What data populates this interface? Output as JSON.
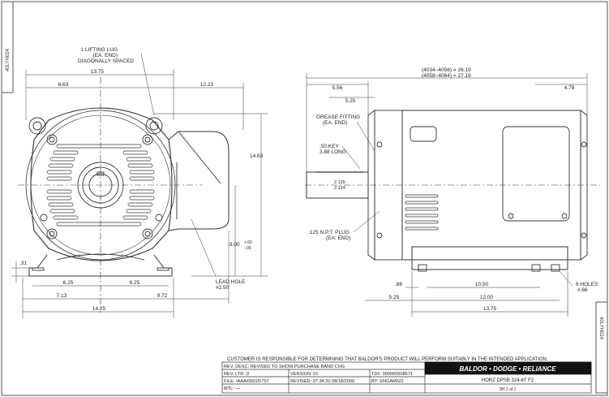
{
  "side_tag_left": "40LYH024",
  "side_tag_right": "40LYH024",
  "front_view": {
    "lifting_lug_note": [
      "1 LIFTING LUG",
      "(EA. END)",
      "DIAGONALLY SPACED"
    ],
    "overall_width_top": "13.75",
    "left_to_center": "6.63",
    "center_to_right": "12.23",
    "height": "14.63",
    "shaft_height": "8.00",
    "shaft_height_tol_plus": "+.00",
    "shaft_height_tol_minus": "-.06",
    "foot_thickness": ".31",
    "foot_half_left": "6.25",
    "foot_half_right": "6.25",
    "base_left": "7.13",
    "base_right": "9.72",
    "base_overall": "14.25",
    "lead_hole_note": [
      "LEAD HOLE",
      "#2.50"
    ]
  },
  "side_view": {
    "length_note_1": "(4034~4056) = 26.19",
    "length_note_2": "(4058~4064) = 27.19",
    "shaft_extension": "5.56",
    "shaft_to_face": "5.25",
    "right_dim": "4.78",
    "grease_fitting_note": [
      "GREASE FITTING",
      "(EA. END)"
    ],
    "key_note": [
      ".50 KEY",
      "3.88 LONG"
    ],
    "shaft_dia_1": "2.125",
    "shaft_dia_2": "2.124",
    "plug_note": [
      ".125 N.P.T. PLUG",
      "(EA. END)"
    ],
    "foot_edge": ".88",
    "bolt_spacing": "10.50",
    "shaft_to_bolt": "5.25",
    "bolt_overall": "12.00",
    "base_length": "13.75",
    "holes_note": [
      "6 HOLES",
      "#.66"
    ]
  },
  "title_block": {
    "disclaimer": "CUSTOMER IS RESPONSIBLE FOR DETERMINING THAT BALDOR'S PRODUCT WILL PERFORM SUITABLY IN THE INTENDED APPLICATION.",
    "rev_desc": "REV. DESC:  REVISED TO SHOW PURCHASE BAND CHG",
    "rev_ltr": "REV. LTR:  D",
    "version": "VERSION: 01",
    "file": "FILE:  \\AAA\\00015\\757",
    "revised": "REVISED: 07:34:20  08/18/2009",
    "mtl": "MTL:  —",
    "tdr": "TD#: 000000508571",
    "by": "BY:  ENGAMGO",
    "brand": "BALDOR • DODGE • RELIANCE",
    "drawing_title": "HORZ DPSB 324-6T F2",
    "sheet": "SH 1 of 1"
  }
}
